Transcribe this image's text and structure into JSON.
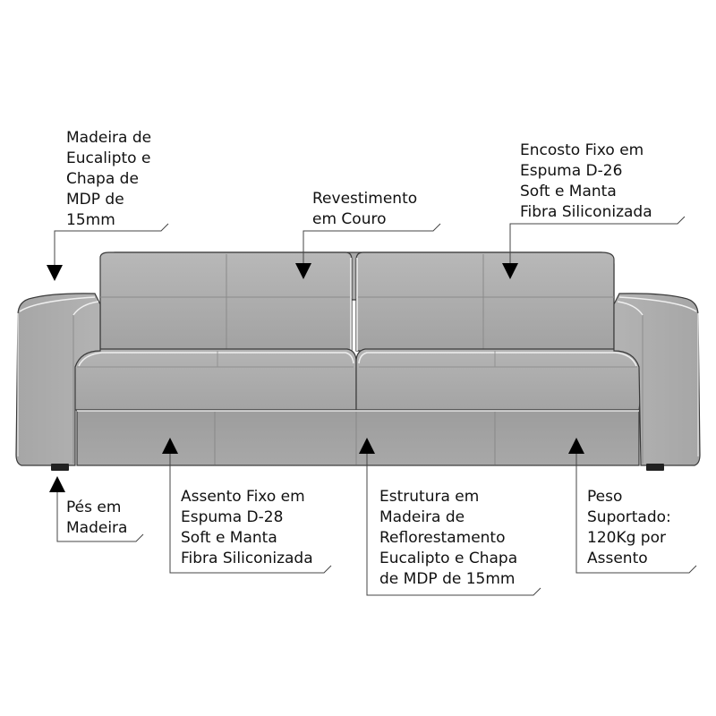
{
  "colors": {
    "sofa_body": "#a9a9a9",
    "sofa_light": "#c4c4c4",
    "sofa_dark": "#8f8f8f",
    "sofa_outline": "#3a3a3a",
    "piping": "#efefef",
    "feet": "#222222",
    "pointer": "#000000",
    "leader_line": "#444444"
  },
  "callouts": {
    "frame_arm": {
      "lines": [
        "Madeira de",
        "Eucalipto e",
        "Chapa de",
        "MDP de",
        "15mm"
      ],
      "pointer_icon": "arrow-down-triangle"
    },
    "upholstery": {
      "lines": [
        "Revestimento",
        "em Couro"
      ],
      "pointer_icon": "arrow-down-triangle"
    },
    "backrest": {
      "lines": [
        "Encosto Fixo em",
        "Espuma D-26",
        "Soft e Manta",
        "Fibra Siliconizada"
      ],
      "pointer_icon": "arrow-down-triangle"
    },
    "feet": {
      "lines": [
        "Pés em",
        "Madeira"
      ],
      "pointer_icon": "arrow-up-triangle"
    },
    "seat": {
      "lines": [
        "Assento Fixo em",
        "Espuma D-28",
        "Soft e Manta",
        "Fibra Siliconizada"
      ],
      "pointer_icon": "arrow-up-triangle"
    },
    "structure": {
      "lines": [
        "Estrutura em",
        "Madeira de",
        "Reflorestamento",
        "Eucalipto e Chapa",
        "de MDP de 15mm"
      ],
      "pointer_icon": "arrow-up-triangle"
    },
    "capacity": {
      "lines": [
        "Peso",
        "Suportado:",
        "120Kg por",
        "Assento"
      ],
      "pointer_icon": "arrow-up-triangle"
    }
  }
}
